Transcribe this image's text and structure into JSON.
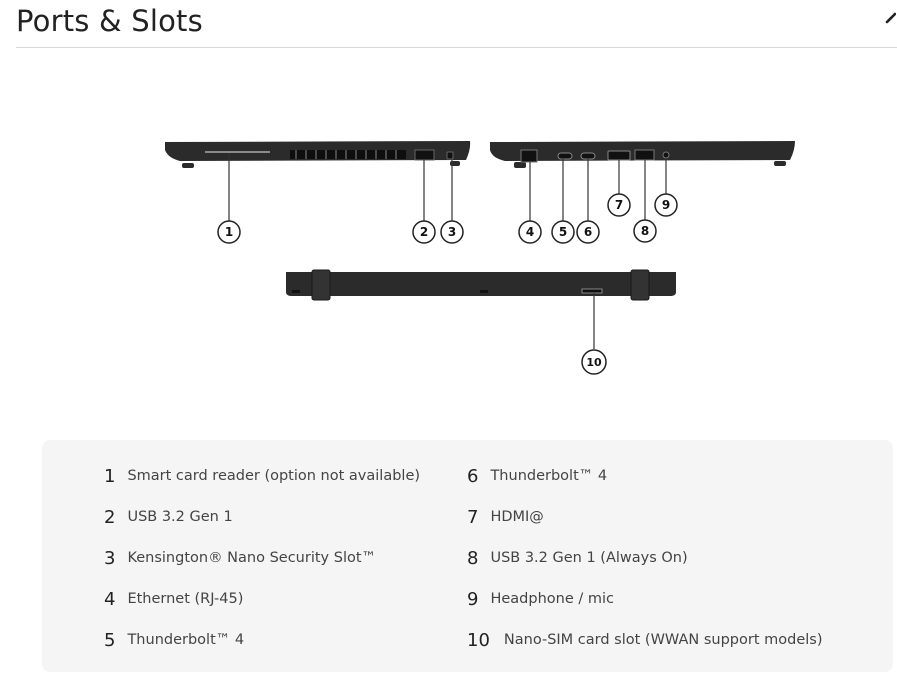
{
  "section": {
    "title": "Ports & Slots",
    "collapse_icon": "chevron-up-icon"
  },
  "diagram": {
    "callouts": [
      "1",
      "2",
      "3",
      "4",
      "5",
      "6",
      "7",
      "8",
      "9",
      "10"
    ]
  },
  "legend": [
    {
      "num": "1",
      "label": "Smart card reader (option not available)"
    },
    {
      "num": "2",
      "label": "USB 3.2 Gen 1"
    },
    {
      "num": "3",
      "label": "Kensington® Nano Security Slot™"
    },
    {
      "num": "4",
      "label": "Ethernet (RJ-45)"
    },
    {
      "num": "5",
      "label": "Thunderbolt™ 4"
    },
    {
      "num": "6",
      "label": "Thunderbolt™ 4"
    },
    {
      "num": "7",
      "label": "HDMI@"
    },
    {
      "num": "8",
      "label": "USB 3.2 Gen 1 (Always On)"
    },
    {
      "num": "9",
      "label": "Headphone / mic"
    },
    {
      "num": "10",
      "label": "Nano-SIM card slot (WWAN support models)"
    }
  ],
  "colors": {
    "laptop_body": "#2b2b2b",
    "panel_bg": "#f5f5f5",
    "rule": "#d8d8d8"
  }
}
